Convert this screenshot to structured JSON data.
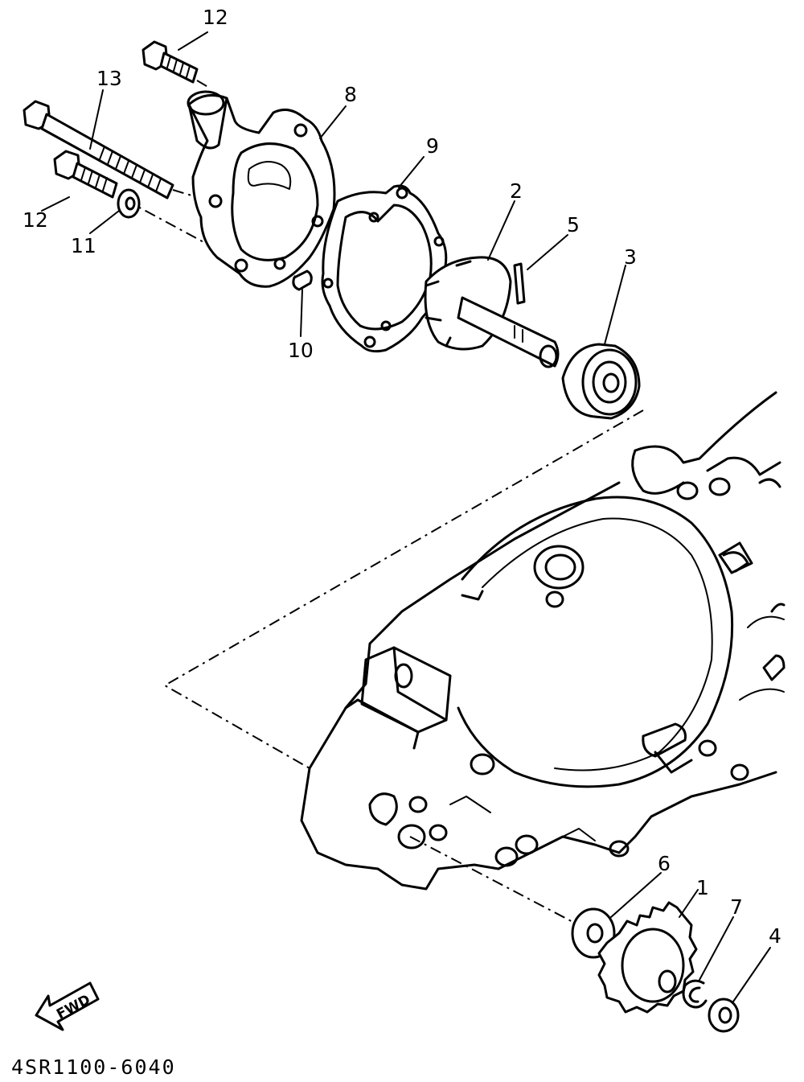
{
  "diagram": {
    "drawing_code": "4SR1100-6040",
    "direction_label": "FWD",
    "callouts": {
      "c1": "1",
      "c2": "2",
      "c3": "3",
      "c4": "4",
      "c5": "5",
      "c6": "6",
      "c7": "7",
      "c8": "8",
      "c9": "9",
      "c10": "10",
      "c11": "11",
      "c12a": "12",
      "c12b": "12",
      "c13": "13"
    }
  }
}
